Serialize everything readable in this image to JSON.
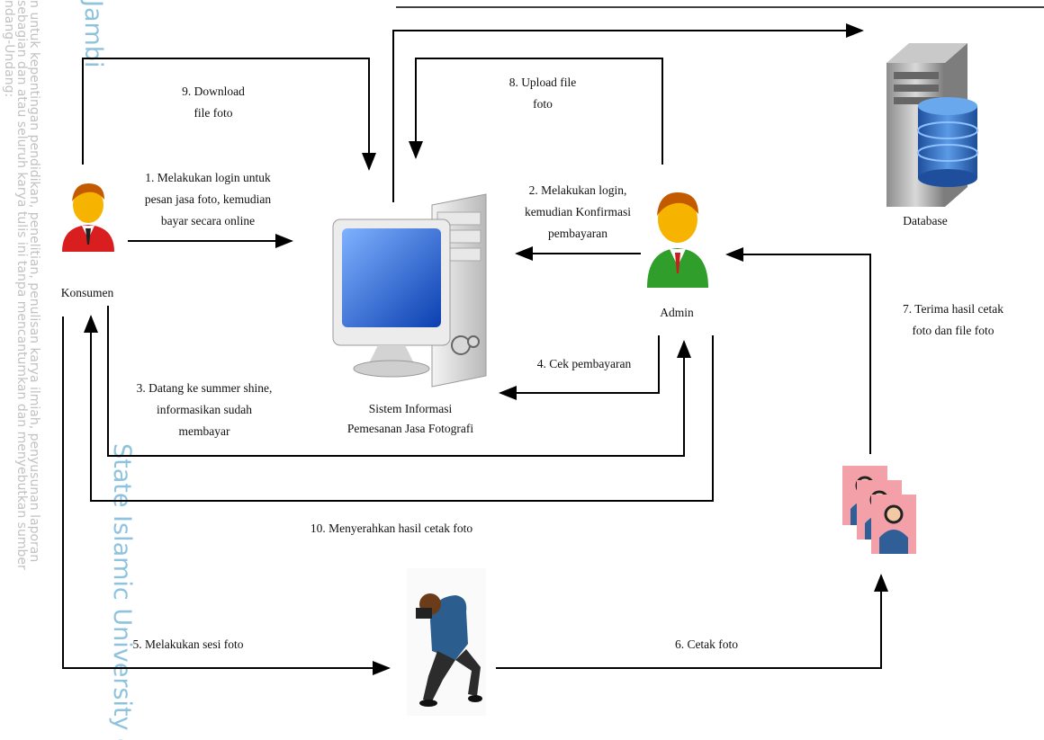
{
  "watermark": {
    "left_lines": [
      "ndang-Undang:",
      "sebagian dan atau seluruh karya tulis ini tanpa mencantumkan dan menyebutkan sumber",
      "n untuk kepentingan pendidikan, penelitian, penulisan karya ilmiah, penyusunan laporan"
    ],
    "top_word": "Jambi",
    "institution": "State Islamic University of"
  },
  "actors": {
    "konsumen": "Konsumen",
    "admin": "Admin",
    "database": "Database",
    "system": [
      "Sistem Informasi",
      "Pemesanan Jasa Fotografi"
    ]
  },
  "steps": {
    "s1": [
      "1. Melakukan login untuk",
      "pesan jasa foto, kemudian",
      "bayar secara online"
    ],
    "s2": [
      "2. Melakukan login,",
      "kemudian Konfirmasi",
      "pembayaran"
    ],
    "s3": [
      "3. Datang ke summer shine,",
      "informasikan sudah",
      "membayar"
    ],
    "s4": [
      "4. Cek pembayaran"
    ],
    "s5": [
      "5. Melakukan sesi foto"
    ],
    "s6": [
      "6. Cetak foto"
    ],
    "s7": [
      "7. Terima hasil cetak",
      "foto dan file foto"
    ],
    "s8": [
      "8. Upload file",
      "foto"
    ],
    "s9": [
      "9. Download",
      "file foto"
    ],
    "s10": [
      "10. Menyerahkan hasil cetak foto"
    ]
  },
  "colors": {
    "konsumen_shirt": "#d81e1e",
    "admin_shirt": "#2f9e2a",
    "head": "#f6b400",
    "hair": "#c45a00",
    "screen": "#2a6fe0",
    "db_cylinder": "#2f72c8",
    "photo_bg": "#f4a0a8"
  }
}
